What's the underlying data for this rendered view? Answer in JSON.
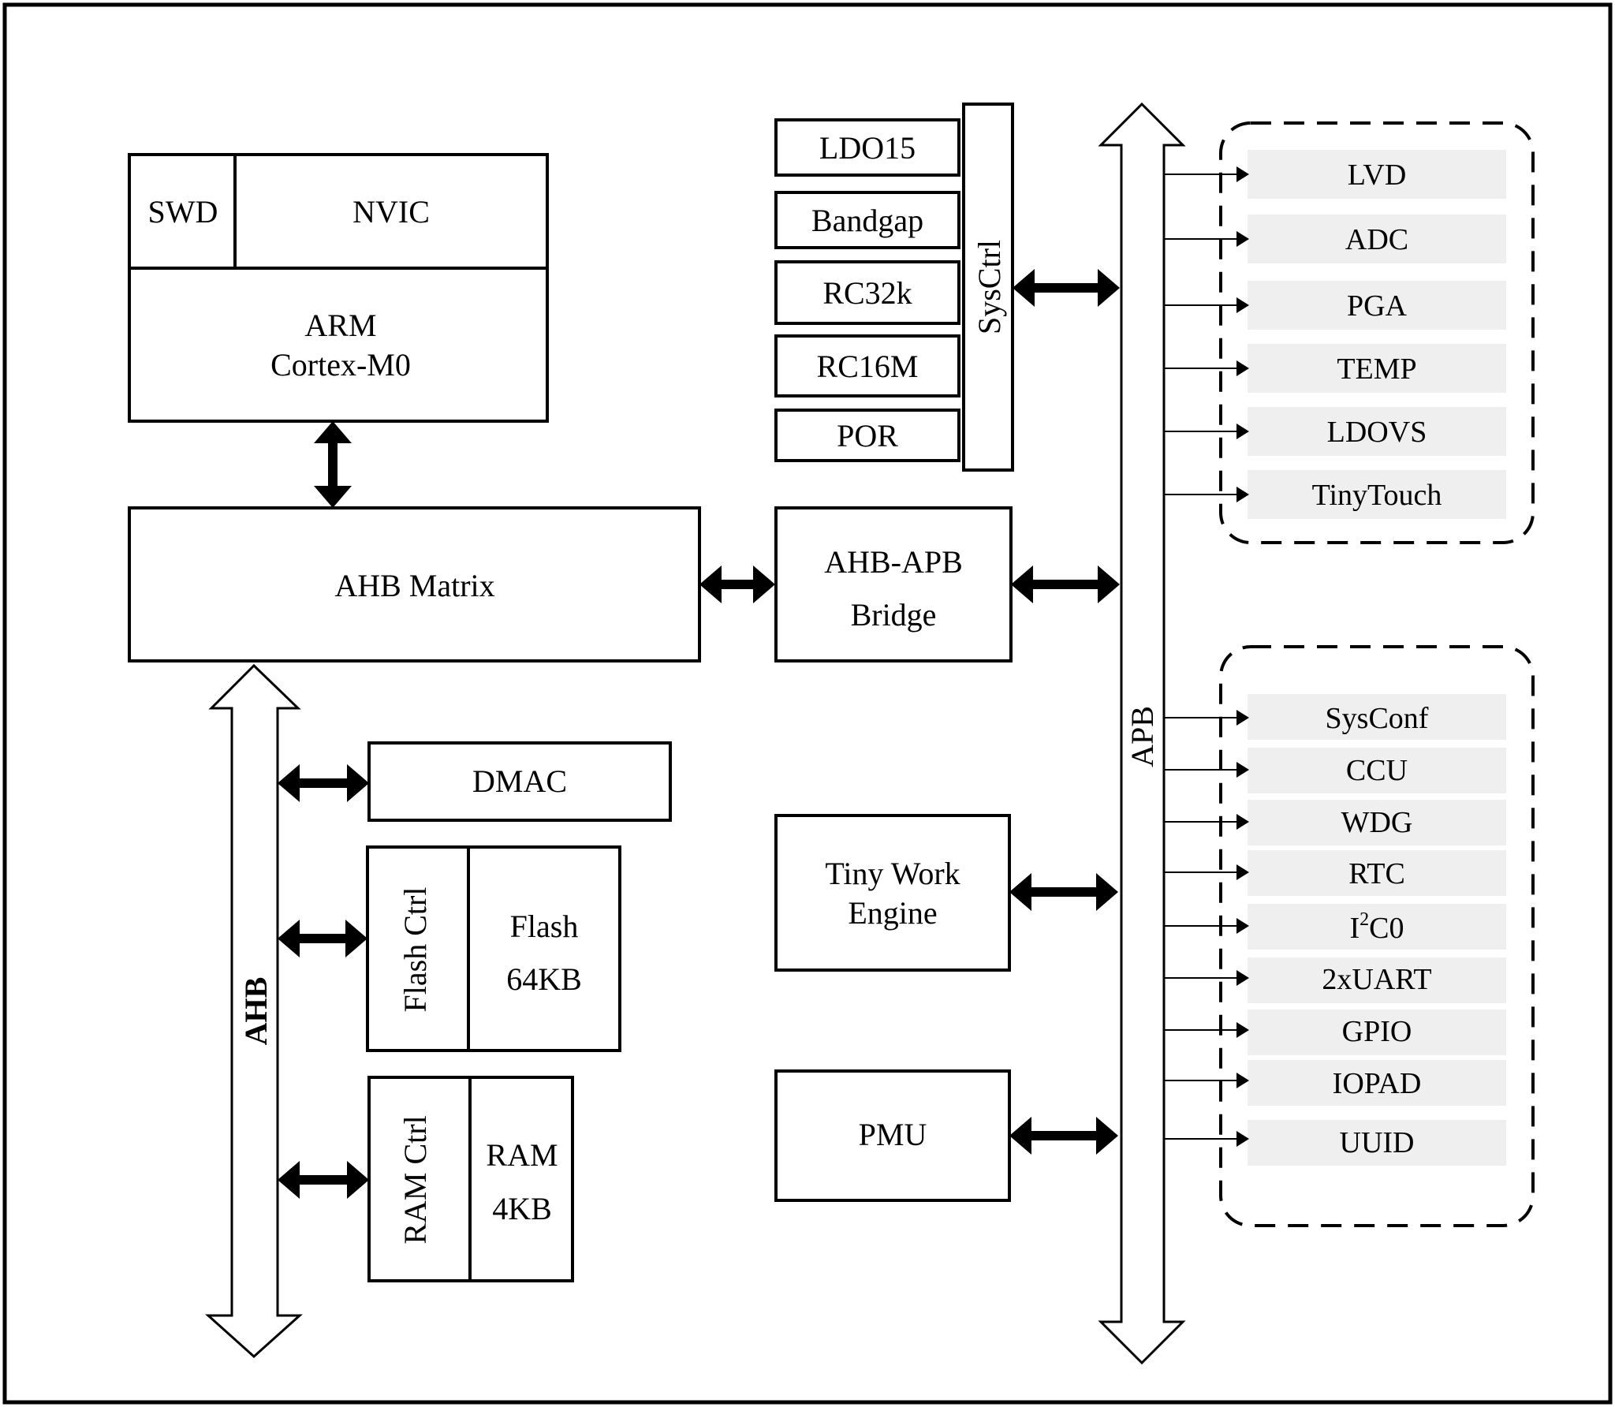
{
  "blocks": {
    "swd": "SWD",
    "nvic": "NVIC",
    "arm_line1": "ARM",
    "arm_line2": "Cortex-M0",
    "ahb_matrix": "AHB Matrix",
    "bridge_line1": "AHB-APB",
    "bridge_line2": "Bridge",
    "dmac": "DMAC",
    "flash_ctrl": "Flash Ctrl",
    "flash_line1": "Flash",
    "flash_line2": "64KB",
    "ram_ctrl": "RAM Ctrl",
    "ram_line1": "RAM",
    "ram_line2": "4KB",
    "tinywork_line1": "Tiny Work",
    "tinywork_line2": "Engine",
    "pmu": "PMU",
    "sysctrl": "SysCtrl"
  },
  "sysctrl_items": [
    "LDO15",
    "Bandgap",
    "RC32k",
    "RC16M",
    "POR"
  ],
  "buses": {
    "ahb": "AHB",
    "apb": "APB"
  },
  "analog_peripherals": [
    "LVD",
    "ADC",
    "PGA",
    "TEMP",
    "LDOVS",
    "TinyTouch"
  ],
  "digital_peripherals": {
    "sysconf": "SysConf",
    "ccu": "CCU",
    "wdg": "WDG",
    "rtc": "RTC",
    "i2c_prefix": "I",
    "i2c_sup": "2",
    "i2c_suffix": "C0",
    "uart": "2xUART",
    "gpio": "GPIO",
    "iopad": "IOPAD",
    "uuid": "UUID"
  }
}
